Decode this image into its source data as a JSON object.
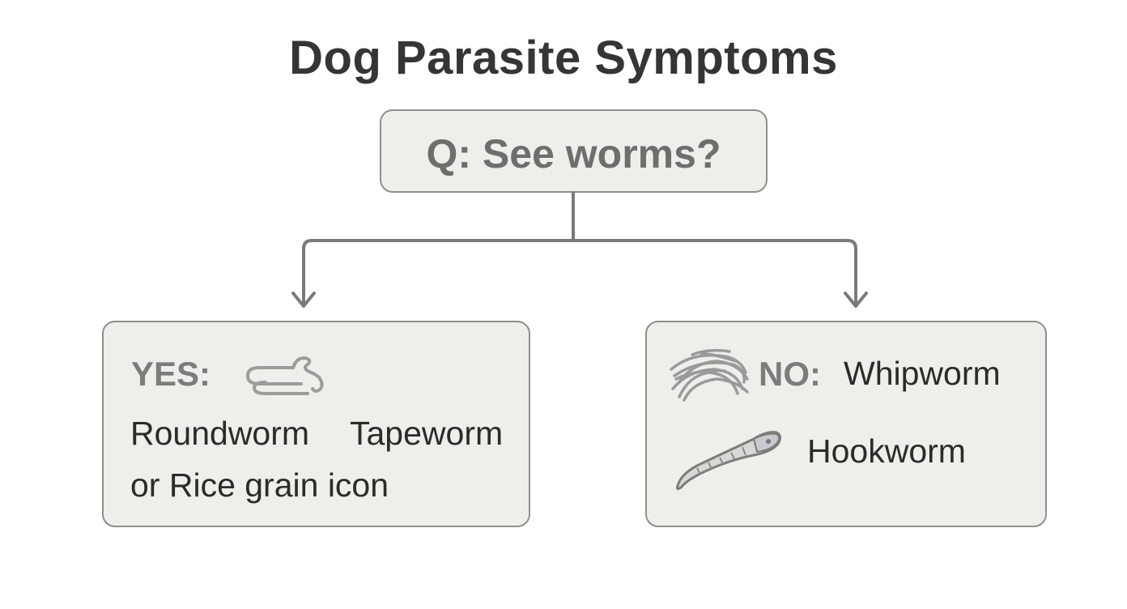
{
  "title": "Dog Parasite Symptoms",
  "question": {
    "label": "Q: See worms?"
  },
  "branches": {
    "yes": {
      "label": "YES:",
      "icon": "roundworm-coil-icon",
      "line1_a": "Roundworm",
      "line1_b": "Tapeworm",
      "line2": "or Rice grain icon"
    },
    "no": {
      "label": "NO:",
      "icon_whipworm": "whipworm-tangle-icon",
      "whipworm": "Whipworm",
      "icon_hookworm": "hookworm-icon",
      "hookworm": "Hookworm"
    }
  },
  "colors": {
    "box_fill": "#eeeeea",
    "box_border": "#8f8f8d",
    "connector": "#7a7a78",
    "title": "#353535",
    "label_gray": "#7c7c7a",
    "text_dark": "#2b2b2b"
  }
}
